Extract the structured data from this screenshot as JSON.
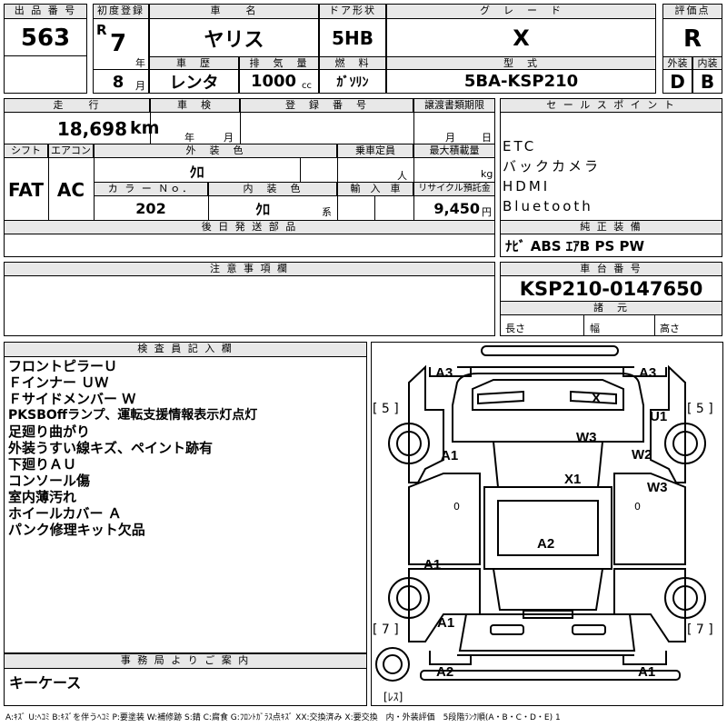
{
  "header": {
    "lot_no_label": "出 品 番 号",
    "lot_no": "563",
    "first_reg_label": "初度登録",
    "era": "R",
    "year": "7",
    "year_unit": "年",
    "month": "8",
    "month_unit": "月",
    "car_name_label": "車　　名",
    "car_name": "ヤリス",
    "door_label": "ドア形状",
    "door": "5HB",
    "grade_label": "グ　レ　ー　ド",
    "grade": "X",
    "score_label": "評価点",
    "score": "R",
    "history_label": "車　歴",
    "history": "レンタ",
    "displacement_label": "排　気　量",
    "displacement": "1000",
    "displacement_unit": "cc",
    "fuel_label": "燃　料",
    "fuel": "ｶﾞｿﾘﾝ",
    "model_label": "型　式",
    "model": "5BA-KSP210",
    "exterior_label": "外装",
    "exterior": "D",
    "interior_label": "内装",
    "interior": "B"
  },
  "row2": {
    "mileage_label": "走　　行",
    "mileage": "18,698",
    "mileage_unit": "km",
    "inspection_label": "車　検",
    "insp_year_unit": "年",
    "insp_month_unit": "月",
    "reg_no_label": "登　録　番　号",
    "transfer_label": "譲渡書類期限",
    "transfer_month_unit": "月",
    "transfer_day_unit": "日",
    "shift_label": "シフト",
    "shift": "FAT",
    "ac_label": "エアコン",
    "ac": "AC",
    "color_label": "外　装　色",
    "color": "ｸﾛ",
    "capacity_label": "乗車定員",
    "capacity_unit": "人",
    "load_label": "最大積載量",
    "load_unit": "kg",
    "color_no_label": "カ ラ ー Ｎｏ．",
    "color_no": "202",
    "int_color_label": "内　装　色",
    "int_color": "ｸﾛ",
    "int_color_unit": "系",
    "import_label": "輸　入　車",
    "recycle_label": "リサイクル預託金",
    "recycle": "9,450",
    "recycle_unit": "円",
    "later_parts_label": "後 日 発 送 部 品"
  },
  "sales_points": {
    "label": "セ ー ル ス ポ イ ン ト",
    "items": [
      "ETC",
      "バックカメラ",
      "HDMI",
      "Bluetooth"
    ]
  },
  "equipment": {
    "label": "純 正 装 備",
    "value": "ﾅﾋﾞ ABS ｴｱB PS PW"
  },
  "caution": {
    "label": "注 意 事 項 欄"
  },
  "chassis": {
    "label": "車 台 番 号",
    "value": "KSP210-0147650",
    "dims_label": "諸　元",
    "length_label": "長さ",
    "width_label": "幅",
    "height_label": "高さ"
  },
  "inspector": {
    "label": "検 査 員 記 入 欄",
    "lines": [
      "フロントピラーＵ",
      "Ｆインナー ＵＷ",
      "Ｆサイドメンバー Ｗ",
      "PKSBOffランプ、運転支援情報表示灯点灯",
      "足廻り曲がり",
      "外装うすい線キズ、ペイント跡有",
      "下廻りＡＵ",
      "コンソール傷",
      "室内薄汚れ",
      "ホイールカバー Ａ",
      "パンク修理キット欠品"
    ]
  },
  "office": {
    "label": "事 務 局 よ り ご 案 内",
    "note": "キーケース"
  },
  "diagram": {
    "marks": [
      "A3",
      "A3",
      "X",
      "U1",
      "W3",
      "A1",
      "W2",
      "X1",
      "W3",
      "A2",
      "A1",
      "A1",
      "A2",
      "A1"
    ],
    "tires": [
      "[ 5 ]",
      "[ 5 ]",
      "[ 7 ]",
      "[ 7 ]",
      "[ﾚｽ]"
    ],
    "zeros": [
      "0",
      "0"
    ]
  },
  "legend": "A:ｷｽﾞ U:ﾍｺﾐ B:ｷｽﾞを伴うﾍｺﾐ P:要塗装 W:補修跡 S:錆 C:腐食 G:ﾌﾛﾝﾄｶﾞﾗｽ点ｷｽﾞ XX:交換済み X:要交換　内・外装評価　5段階ﾗﾝｸ順(A・B・C・D・E) 1"
}
